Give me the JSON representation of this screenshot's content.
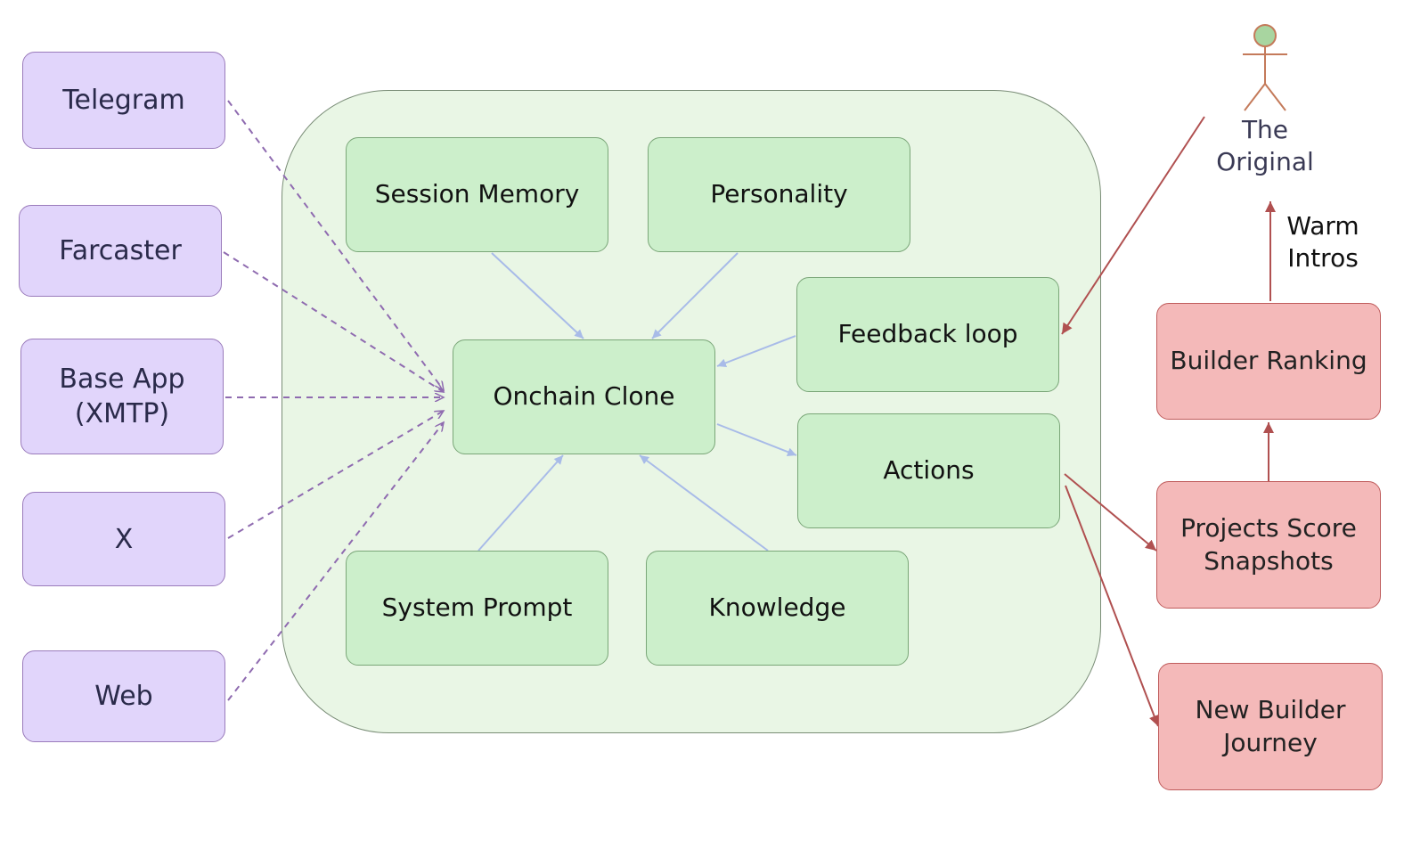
{
  "channels": {
    "telegram": "Telegram",
    "farcaster": "Farcaster",
    "base_app": "Base App\n(XMTP)",
    "x": "X",
    "web": "Web"
  },
  "components": {
    "session_memory": "Session Memory",
    "personality": "Personality",
    "feedback_loop": "Feedback loop",
    "onchain_clone": "Onchain Clone",
    "actions": "Actions",
    "system_prompt": "System Prompt",
    "knowledge": "Knowledge"
  },
  "external": {
    "builder_ranking": "Builder Ranking",
    "projects_score_snapshots": "Projects Score\nSnapshots",
    "new_builder_journey": "New Builder\nJourney"
  },
  "actor": {
    "label": "The\nOriginal"
  },
  "edge_labels": {
    "warm_intros": "Warm\nIntros"
  },
  "colors": {
    "channel_fill": "#e1d5fb",
    "component_fill": "#ccefcb",
    "container_fill": "#e9f6e5",
    "external_fill": "#f4b9b9",
    "channel_edge": "#8f6bb0",
    "component_edge": "#a8bbe8",
    "external_edge": "#b05050"
  }
}
